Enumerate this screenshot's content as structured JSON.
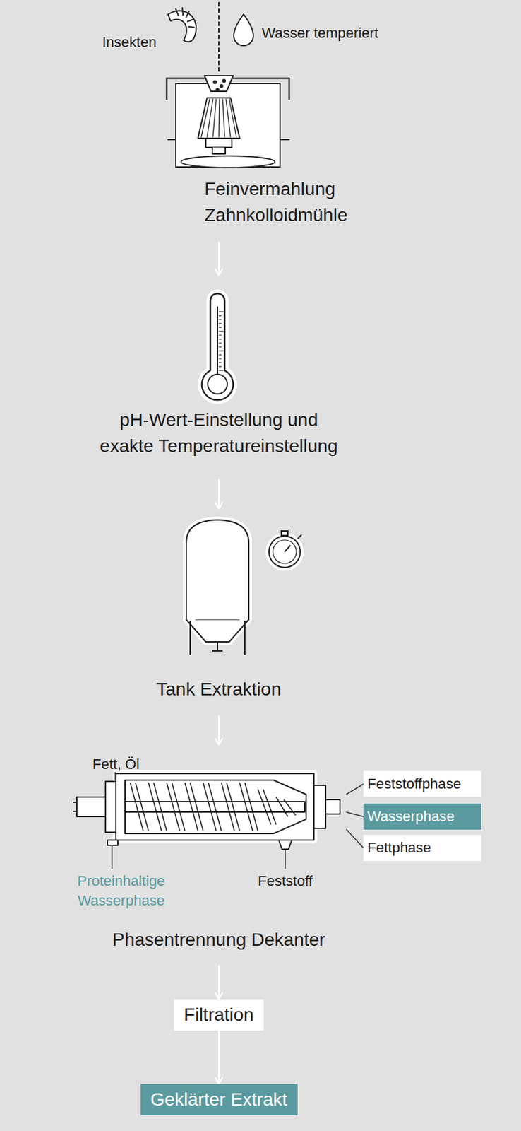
{
  "diagram": {
    "nodes": [
      {
        "text": [
          "Feinvermahlung Zahnkolloidmühle"
        ]
      },
      {
        "text": [
          "pH-Wert-Einstellung und exakte Temperatureinstellung"
        ]
      },
      {
        "text": [
          "Tank Extraktion"
        ]
      },
      {
        "text": [
          "Phasentrennung Dekanter"
        ]
      },
      {
        "text": [
          "Feststoffphase"
        ]
      },
      {
        "text": [
          "Wasserphase"
        ]
      },
      {
        "text": [
          "Fettphase"
        ]
      },
      {
        "text": [
          "Filtration"
        ]
      },
      {
        "text": [
          "Geklärter Extrakt"
        ]
      }
    ],
    "edges": [
      {
        "from": 0,
        "to": 1,
        "arrow": "to"
      },
      {
        "from": 1,
        "to": 2,
        "arrow": "to"
      },
      {
        "from": 2,
        "to": 3,
        "arrow": "to"
      },
      {
        "from": 4,
        "to": 3,
        "arrow": "none"
      },
      {
        "from": 5,
        "to": 3,
        "arrow": "none"
      },
      {
        "from": 6,
        "to": 3,
        "arrow": "none"
      },
      {
        "from": 3,
        "to": 7,
        "arrow": "to"
      },
      {
        "from": 7,
        "to": 8,
        "arrow": "to"
      }
    ],
    "labels": [
      "Insekten",
      "Wasser temperiert",
      "Fett, Öl",
      "Proteinhaltige Wasserphase",
      "Feststoff"
    ]
  }
}
